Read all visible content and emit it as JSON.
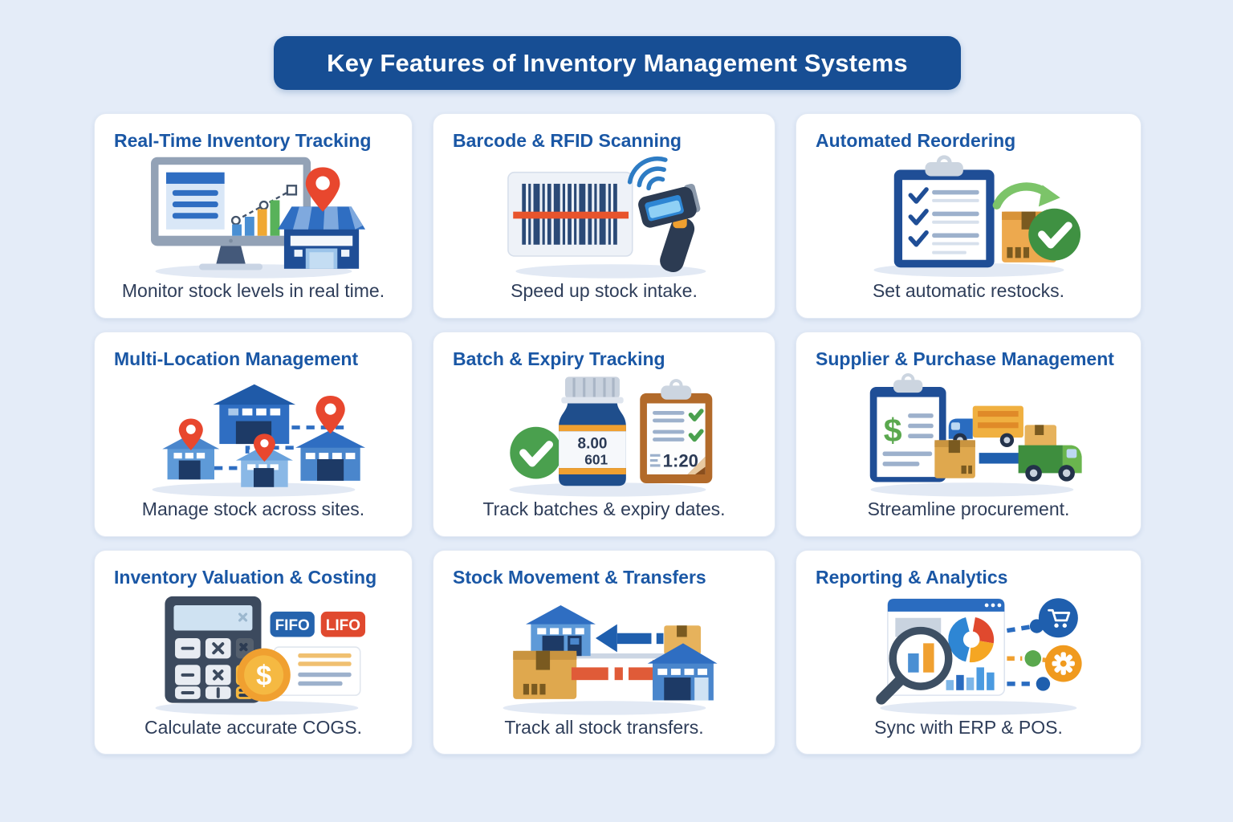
{
  "banner": {
    "title": "Key Features of Inventory Management Systems"
  },
  "colors": {
    "background": "#e4ecf8",
    "banner_bg": "#174e94",
    "card_bg": "#ffffff",
    "title_blue": "#1a57a5",
    "text_dark": "#2e3d59",
    "accent_red": "#e8472e",
    "accent_green": "#4aa04e",
    "accent_orange": "#f0a030",
    "primary_blue": "#2f6ec2"
  },
  "cards": [
    {
      "id": "real-time-inventory-tracking",
      "title": "Real-Time Inventory Tracking",
      "description": "Monitor stock levels in real time.",
      "icon": "monitor-and-store-illustration"
    },
    {
      "id": "barcode-rfid-scanning",
      "title": "Barcode & RFID Scanning",
      "description": "Speed up stock intake.",
      "icon": "barcode-scanner-illustration"
    },
    {
      "id": "automated-reordering",
      "title": "Automated Reordering",
      "description": "Set automatic restocks.",
      "icon": "checklist-box-check-illustration"
    },
    {
      "id": "multi-location-management",
      "title": "Multi-Location Management",
      "description": "Manage stock across sites.",
      "icon": "warehouses-pins-illustration"
    },
    {
      "id": "batch-expiry-tracking",
      "title": "Batch & Expiry Tracking",
      "description": "Track batches & expiry dates.",
      "icon": "bottle-clipboard-illustration",
      "labels": {
        "bottle_line1": "8.00",
        "bottle_line2": "601",
        "clipboard_value": "1:20"
      }
    },
    {
      "id": "supplier-purchase-management",
      "title": "Supplier & Purchase Management",
      "description": "Streamline procurement.",
      "icon": "clipboard-trucks-illustration",
      "labels": {
        "currency": "$"
      }
    },
    {
      "id": "inventory-valuation-costing",
      "title": "Inventory Valuation & Costing",
      "description": "Calculate accurate COGS.",
      "icon": "calculator-coin-illustration",
      "labels": {
        "badge1": "FIFO",
        "badge2": "LIFO",
        "currency": "$"
      }
    },
    {
      "id": "stock-movement-transfers",
      "title": "Stock Movement & Transfers",
      "description": "Track all stock transfers.",
      "icon": "warehouse-transfer-arrows-illustration"
    },
    {
      "id": "reporting-analytics",
      "title": "Reporting & Analytics",
      "description": "Sync with ERP & POS.",
      "icon": "dashboard-magnifier-integrations-illustration"
    }
  ]
}
